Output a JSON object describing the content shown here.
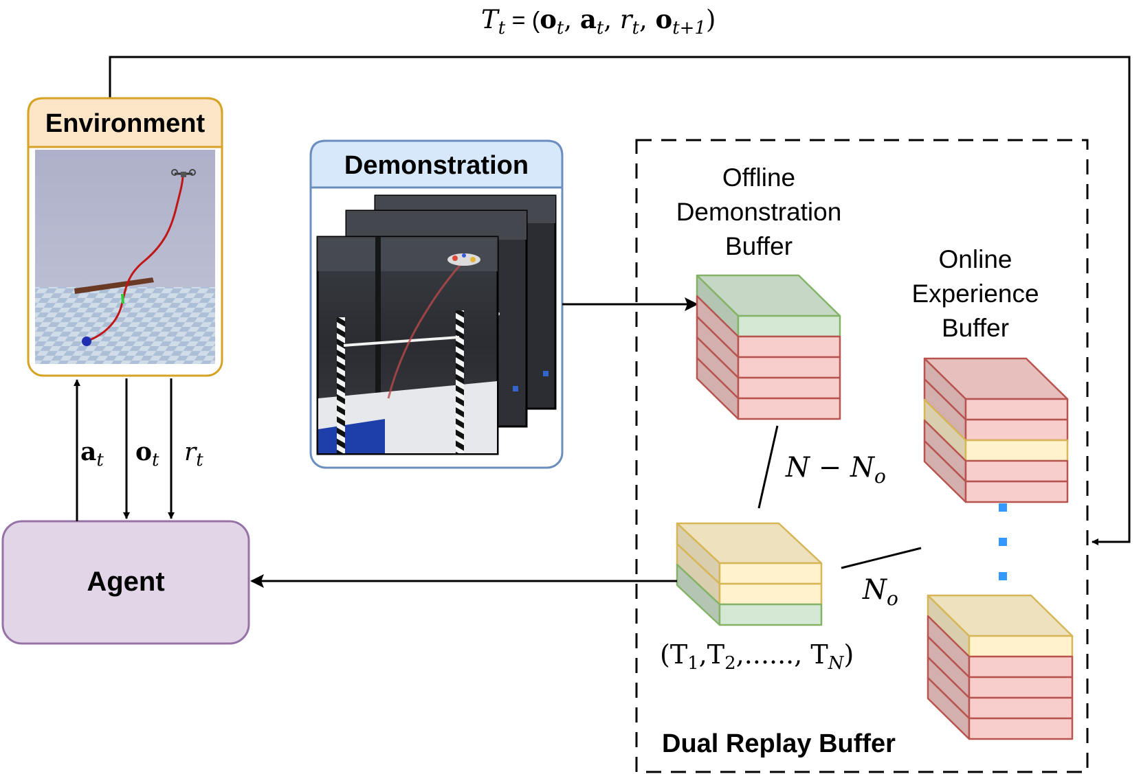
{
  "title_formula": {
    "T": "T",
    "t": "t",
    "eq": " = (",
    "o": "o",
    "a": "a",
    "r": "r",
    "t1": "t+1",
    "comma": ", ",
    "close": ")"
  },
  "environment": {
    "label": "Environment"
  },
  "demonstration": {
    "label": "Demonstration"
  },
  "agent": {
    "label": "Agent"
  },
  "arrows": {
    "a": "a",
    "o": "o",
    "r": "r",
    "sub": "t"
  },
  "offline_buffer": {
    "line1": "Offline",
    "line2": "Demonstration",
    "line3": "Buffer"
  },
  "online_buffer": {
    "line1": "Online",
    "line2": "Experience",
    "line3": "Buffer"
  },
  "sample_labels": {
    "n_minus": "N − N",
    "n_o": "N",
    "sub_o": "o"
  },
  "batch_label": {
    "open": "(T",
    "s1": "1",
    "c1": ",T",
    "s2": "2",
    "dots": ",......, T",
    "sN": "N",
    "close": ")"
  },
  "dual_buffer": {
    "label": "Dual Replay Buffer"
  },
  "colors": {
    "env_border": "#d6a324",
    "env_fill": "#fde6c8",
    "demo_border": "#6c8ebf",
    "demo_fill": "#d6e8fa",
    "agent_border": "#9673a6",
    "agent_fill": "#e1d5e7",
    "green_fill": "#d5e8d4",
    "green_border": "#82b366",
    "red_fill": "#f8cecc",
    "red_border": "#b85450",
    "yellow_fill": "#fff2cc",
    "yellow_border": "#d6b656",
    "dot_blue": "#3399ff"
  }
}
